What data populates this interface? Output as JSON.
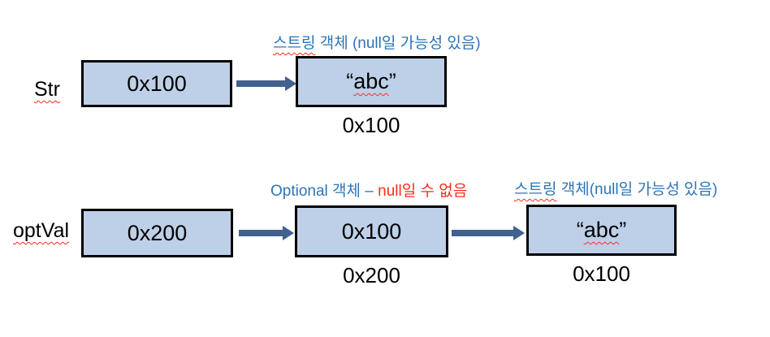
{
  "colors": {
    "box_fill": "#BDD0E8",
    "box_border": "#000000",
    "arrow": "#41618F",
    "annotation_blue": "#2E74B5",
    "annotation_red": "#FF2D1E",
    "squiggle": "#FF2A1A"
  },
  "row_str": {
    "var_label": "Str",
    "ref_box_value": "0x100",
    "annotation_prefix": "스트링",
    "annotation_rest": " 객체 (null일 가능성 있음)",
    "string_box_quote_open": "“",
    "string_box_text": "abc",
    "string_box_quote_close": "”",
    "string_box_address": "0x100"
  },
  "row_optval": {
    "var_label": "optVal",
    "ref_box_value": "0x200",
    "annotation_blue": "Optional 객체 – ",
    "annotation_red": "null일 수 없음",
    "optional_box_value": "0x100",
    "optional_box_address": "0x200",
    "string_annotation_prefix": "스트링",
    "string_annotation_rest": " 객체(null일 가능성 있음)",
    "string_box_quote_open": "“",
    "string_box_text": "abc",
    "string_box_quote_close": "”",
    "string_box_address": "0x100"
  }
}
